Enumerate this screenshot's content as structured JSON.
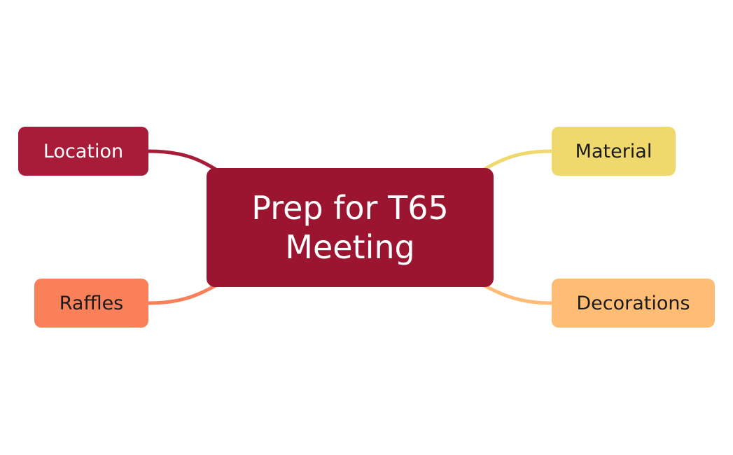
{
  "diagram": {
    "central": {
      "label": "Prep for T65 Meeting",
      "color": "#9b1530"
    },
    "branches": [
      {
        "id": "location",
        "label": "Location",
        "color": "#a81c3a"
      },
      {
        "id": "raffles",
        "label": "Raffles",
        "color": "#f98059"
      },
      {
        "id": "material",
        "label": "Material",
        "color": "#f0d96c"
      },
      {
        "id": "decorations",
        "label": "Decorations",
        "color": "#ffbc74"
      }
    ]
  }
}
